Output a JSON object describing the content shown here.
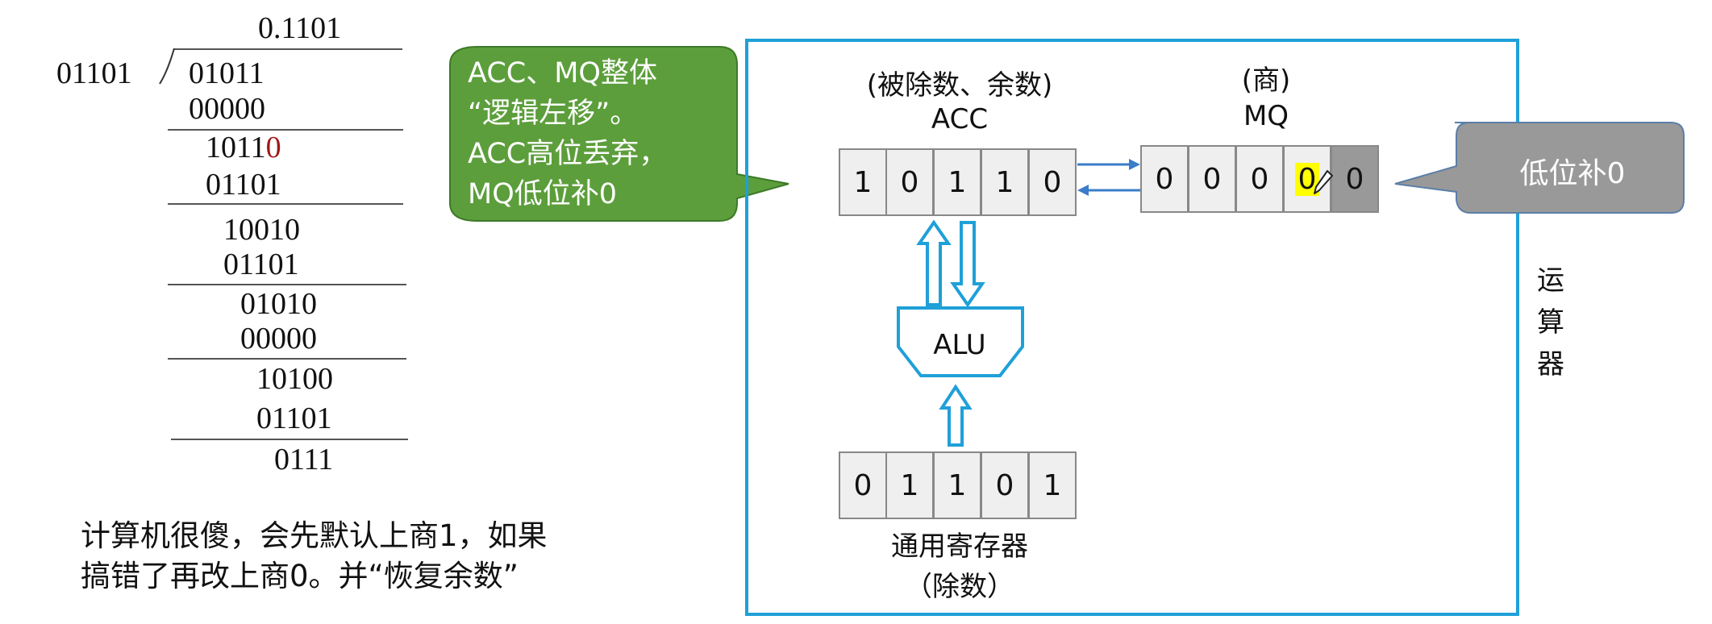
{
  "division": {
    "quotient": "0.1101",
    "divisor": "01101",
    "rows": [
      "01011",
      "00000",
      "1011",
      "01101",
      "10010",
      "01101",
      "01010",
      "00000",
      "10100",
      "01101",
      "0111"
    ],
    "highlight_digit": "0",
    "highlight_color": "#a01818"
  },
  "note": {
    "line1": "计算机很傻，会先默认上商1，如果",
    "line2": "搞错了再改上商0。并“恢复余数”"
  },
  "callout_green": {
    "text": "ACC、MQ整体\n“逻辑左移”。\nACC高位丢弃，\nMQ低位补0",
    "color": "#5c9e3b"
  },
  "callout_gray": {
    "text": "低位补0",
    "color": "#999999"
  },
  "diagram": {
    "frame_color": "#1fa0d8",
    "acc_top_label": "(被除数、余数)",
    "acc_label": "ACC",
    "mq_top_label": "(商)",
    "mq_label": "MQ",
    "acc_bits": [
      "1",
      "0",
      "1",
      "1",
      "0"
    ],
    "mq_bits": [
      "0",
      "0",
      "0",
      "0",
      "0"
    ],
    "mq_highlight_color": "#ffff00",
    "mq_shift_cell_color": "#999999",
    "alu_label": "ALU",
    "gpr_bits": [
      "0",
      "1",
      "1",
      "0",
      "1"
    ],
    "gpr_label": "通用寄存器",
    "gpr_sub_label": "（除数）",
    "side_label": [
      "运",
      "算",
      "器"
    ]
  }
}
